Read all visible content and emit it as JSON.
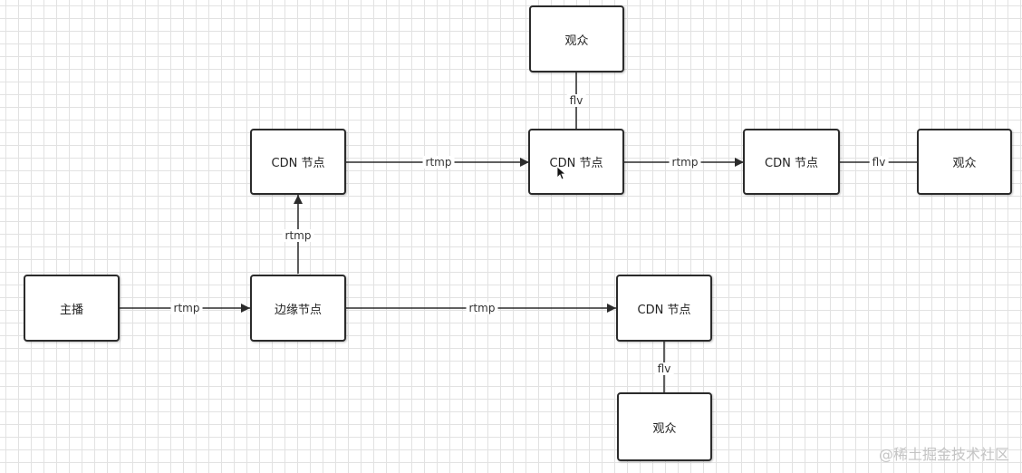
{
  "nodes": {
    "anchor": "主播",
    "edge": "边缘节点",
    "cdn_top_left": "CDN 节点",
    "cdn_top_mid": "CDN 节点",
    "cdn_top_right": "CDN 节点",
    "cdn_bottom": "CDN 节点",
    "viewer_top": "观众",
    "viewer_right": "观众",
    "viewer_bottom": "观众"
  },
  "edges": {
    "anchor_to_edge": "rtmp",
    "edge_to_cdn_top_left": "rtmp",
    "cdn_top_left_to_mid": "rtmp",
    "cdn_mid_to_right": "rtmp",
    "edge_to_cdn_bottom": "rtmp",
    "mid_to_viewer_top": "flv",
    "right_to_viewer_right": "flv",
    "bottom_to_viewer_bottom": "flv"
  },
  "watermark": "@稀土掘金技术社区",
  "colors": {
    "stroke": "#2b2b2b",
    "grid": "#e2e2e2",
    "watermark": "#c4c4c4"
  }
}
